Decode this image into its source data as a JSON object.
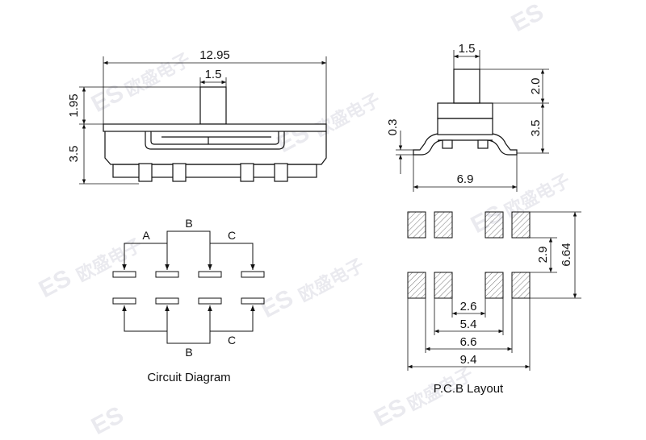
{
  "watermark": {
    "brand": "ES",
    "chars": "欧盛电子"
  },
  "side_view": {
    "overall_width": "12.95",
    "actuator_width": "1.5",
    "actuator_height": "1.95",
    "body_height": "3.5"
  },
  "end_view": {
    "actuator_width": "1.5",
    "actuator_height": "2.0",
    "body_height": "3.5",
    "lead_thickness": "0.3",
    "width": "6.9"
  },
  "circuit": {
    "caption": "Circuit Diagram",
    "top_labels": {
      "a": "A",
      "b": "B",
      "c": "C"
    },
    "bottom_labels": {
      "b": "B",
      "c": "C"
    }
  },
  "pcb": {
    "caption": "P.C.B Layout",
    "row_pitch": "2.9",
    "outer_height": "6.64",
    "inner_span": "2.6",
    "span_2": "5.4",
    "span_3": "6.6",
    "overall": "9.4"
  }
}
